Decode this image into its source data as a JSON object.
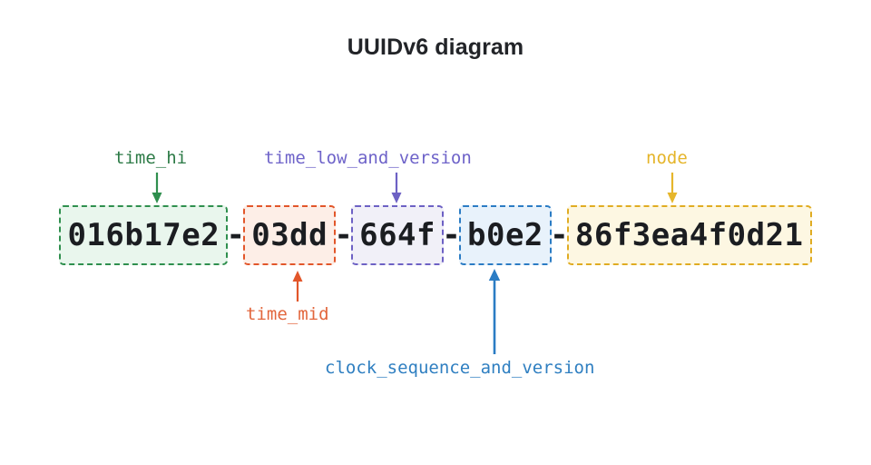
{
  "page": {
    "title": "UUIDv6 diagram",
    "background": "#ffffff"
  },
  "uuid": {
    "full": "016b17e2-03dd-664f-b0e2-86f3ea4f0d21",
    "separator": "-",
    "segments": [
      {
        "id": "time_hi",
        "value": "016b17e2",
        "label": "time_hi",
        "color": "#2c7a46",
        "border": "#2f8f4e",
        "fill": "#e9f6ed",
        "arrow": "down"
      },
      {
        "id": "time_mid",
        "value": "03dd",
        "label": "time_mid",
        "color": "#e2663c",
        "border": "#e2562a",
        "fill": "#fdeee7",
        "arrow": "up"
      },
      {
        "id": "time_low_and_version",
        "value": "664f",
        "label": "time_low_and_version",
        "color": "#6e63c9",
        "border": "#6d61c4",
        "fill": "#f1f0f8",
        "arrow": "down"
      },
      {
        "id": "clock_sequence_and_version",
        "value": "b0e2",
        "label": "clock_sequence_and_version",
        "color": "#2f7fc1",
        "border": "#2b7cc4",
        "fill": "#e8f2fb",
        "arrow": "up"
      },
      {
        "id": "node",
        "value": "86f3ea4f0d21",
        "label": "node",
        "color": "#e5b52a",
        "border": "#e0ac22",
        "fill": "#fdf7e2",
        "arrow": "down"
      }
    ]
  },
  "labels": {
    "time_hi": "time_hi",
    "time_mid": "time_mid",
    "time_low_and_version": "time_low_and_version",
    "clock_sequence_and_version": "clock_sequence_and_version",
    "node": "node"
  }
}
